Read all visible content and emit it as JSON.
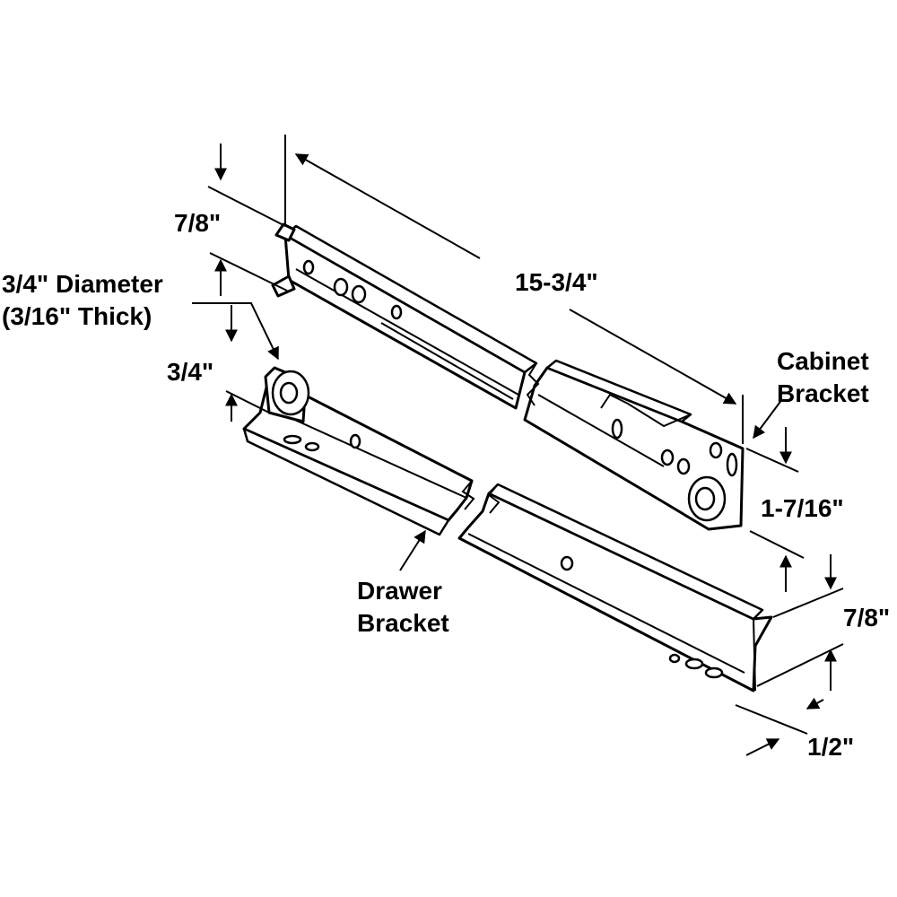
{
  "labels": {
    "top_width": "7/8\"",
    "wheel_line1": "3/4\" Diameter",
    "wheel_line2": "(3/16\" Thick)",
    "wheel_height": "3/4\"",
    "length": "15-3/4\"",
    "cabinet_line1": "Cabinet",
    "cabinet_line2": "Bracket",
    "cabinet_height": "1-7/16\"",
    "drawer_line1": "Drawer",
    "drawer_line2": "Bracket",
    "bottom_width": "7/8\"",
    "bottom_flange": "1/2\""
  }
}
